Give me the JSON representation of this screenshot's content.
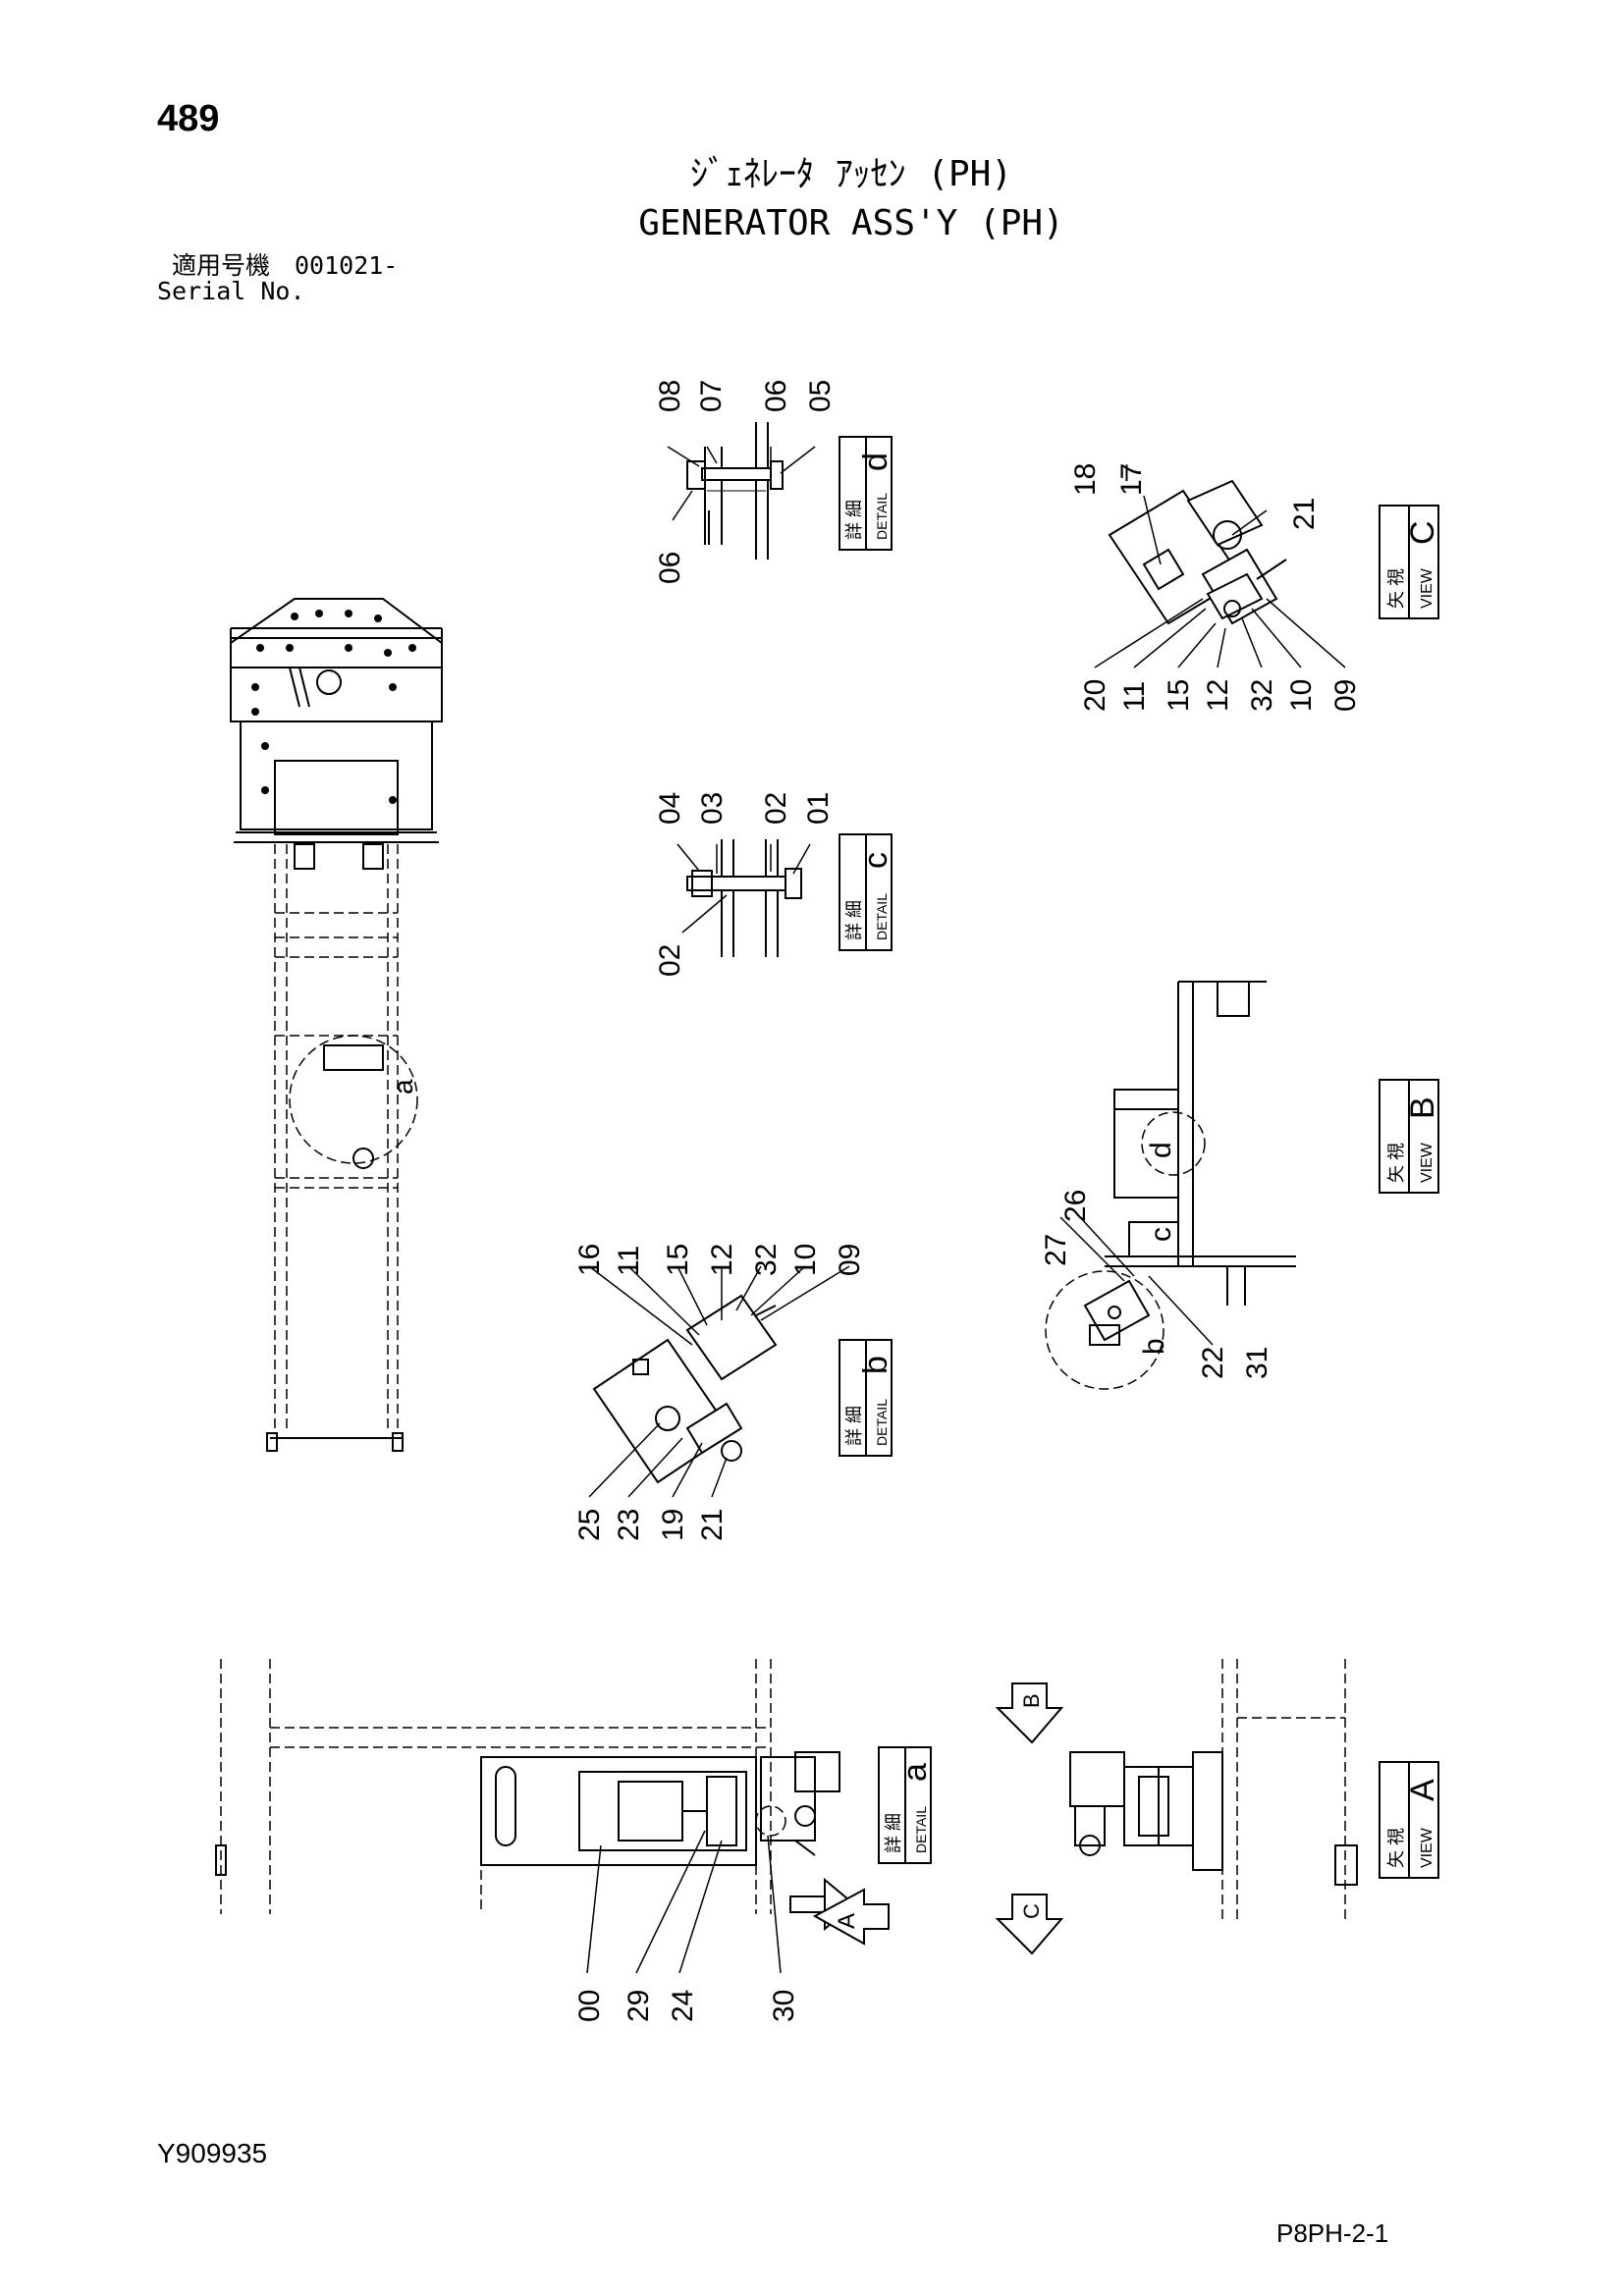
{
  "page_number": "489",
  "title_jp": "ｼﾞｪﾈﾚｰﾀ ｱｯｾﾝ (PH)",
  "title_en": "GENERATOR ASS'Y (PH)",
  "serial_jp": "適用号機　001021-",
  "serial_en": "Serial No.",
  "doc_code": "Y909935",
  "page_code": "P8PH-2-1",
  "label_jp_detail": "詳 細",
  "label_en_detail": "DETAIL",
  "label_jp_view": "矢 視",
  "label_en_view": "VIEW",
  "boxes": {
    "d": "d",
    "c": "c",
    "b": "b",
    "a": "a",
    "C": "C",
    "B": "B",
    "A": "A"
  },
  "callouts": {
    "d_top": [
      "08",
      "07",
      "06",
      "05"
    ],
    "d_bottom": [
      "06"
    ],
    "c_top": [
      "04",
      "03",
      "02",
      "01"
    ],
    "c_bottom": [
      "02"
    ],
    "viewC_top": [
      "18",
      "17",
      "21"
    ],
    "viewC_dash": "–",
    "viewC_bottom": [
      "20",
      "11",
      "15",
      "12",
      "32",
      "10",
      "09"
    ],
    "b_top": [
      "16",
      "11",
      "15",
      "12",
      "32",
      "10",
      "09"
    ],
    "b_bottom": [
      "25",
      "23",
      "19",
      "21"
    ],
    "viewB_top": [
      "27",
      "26"
    ],
    "viewB_bottom": [
      "22",
      "31"
    ],
    "a_bottom": [
      "00",
      "29",
      "24",
      "30"
    ]
  },
  "markers": {
    "frame_a": "a",
    "viewB_c": "c",
    "viewB_d": "d",
    "viewB_b": "b",
    "arrow_A": "A",
    "arrow_B": "B",
    "arrow_C": "C"
  }
}
